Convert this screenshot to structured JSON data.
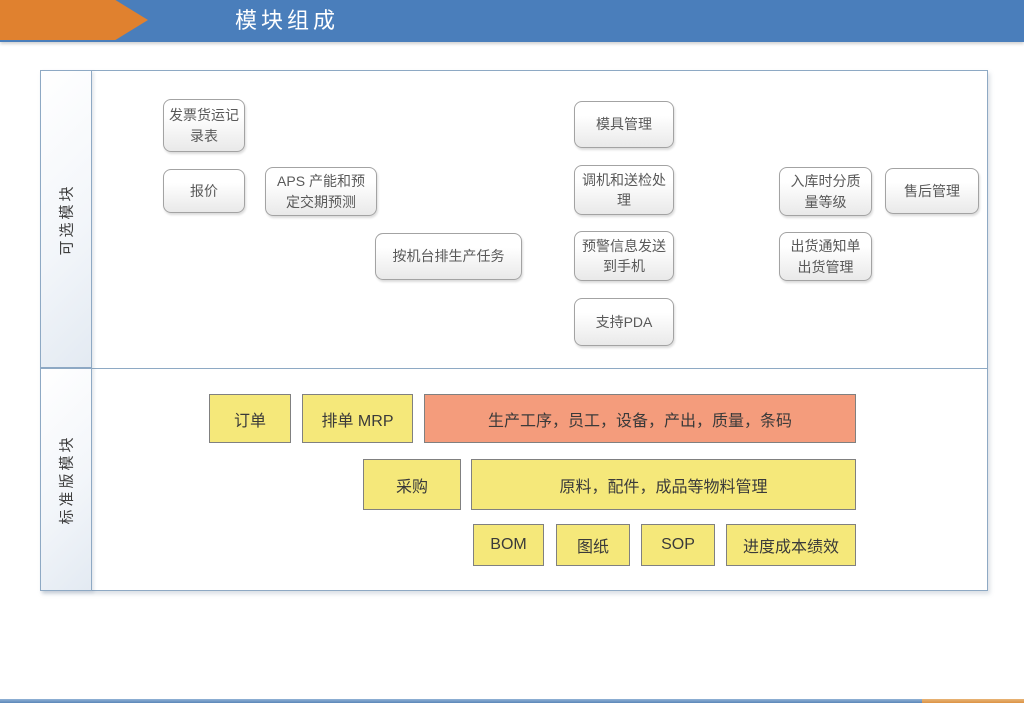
{
  "header": {
    "title": "模块组成"
  },
  "sections": {
    "optional": {
      "label": "可选模块"
    },
    "standard": {
      "label": "标准版模块"
    }
  },
  "optional_modules": [
    {
      "label": "发票货运记\n录表"
    },
    {
      "label": "报价"
    },
    {
      "label": "APS 产能和预\n定交期预测"
    },
    {
      "label": "按机台排生产任务"
    },
    {
      "label": "模具管理"
    },
    {
      "label": "调机和送检处\n理"
    },
    {
      "label": "预警信息发送\n到手机"
    },
    {
      "label": "支持PDA"
    },
    {
      "label": "入库时分质\n量等级"
    },
    {
      "label": "售后管理"
    },
    {
      "label": "出货通知单\n出货管理"
    }
  ],
  "standard_modules": [
    {
      "label": "订单"
    },
    {
      "label": "排单 MRP"
    },
    {
      "label": "生产工序，员工，设备，产出，质量，条码"
    },
    {
      "label": "采购"
    },
    {
      "label": "原料，配件，成品等物料管理"
    },
    {
      "label": "BOM"
    },
    {
      "label": "图纸"
    },
    {
      "label": "SOP"
    },
    {
      "label": "进度成本绩效"
    }
  ],
  "colors": {
    "header_blue": "#4A7EBB",
    "accent_orange": "#E0812F",
    "module_yellow": "#F5E87A",
    "module_salmon": "#F49C7C",
    "footer_blue": "#5B86B8",
    "footer_orange": "#DC9345"
  }
}
